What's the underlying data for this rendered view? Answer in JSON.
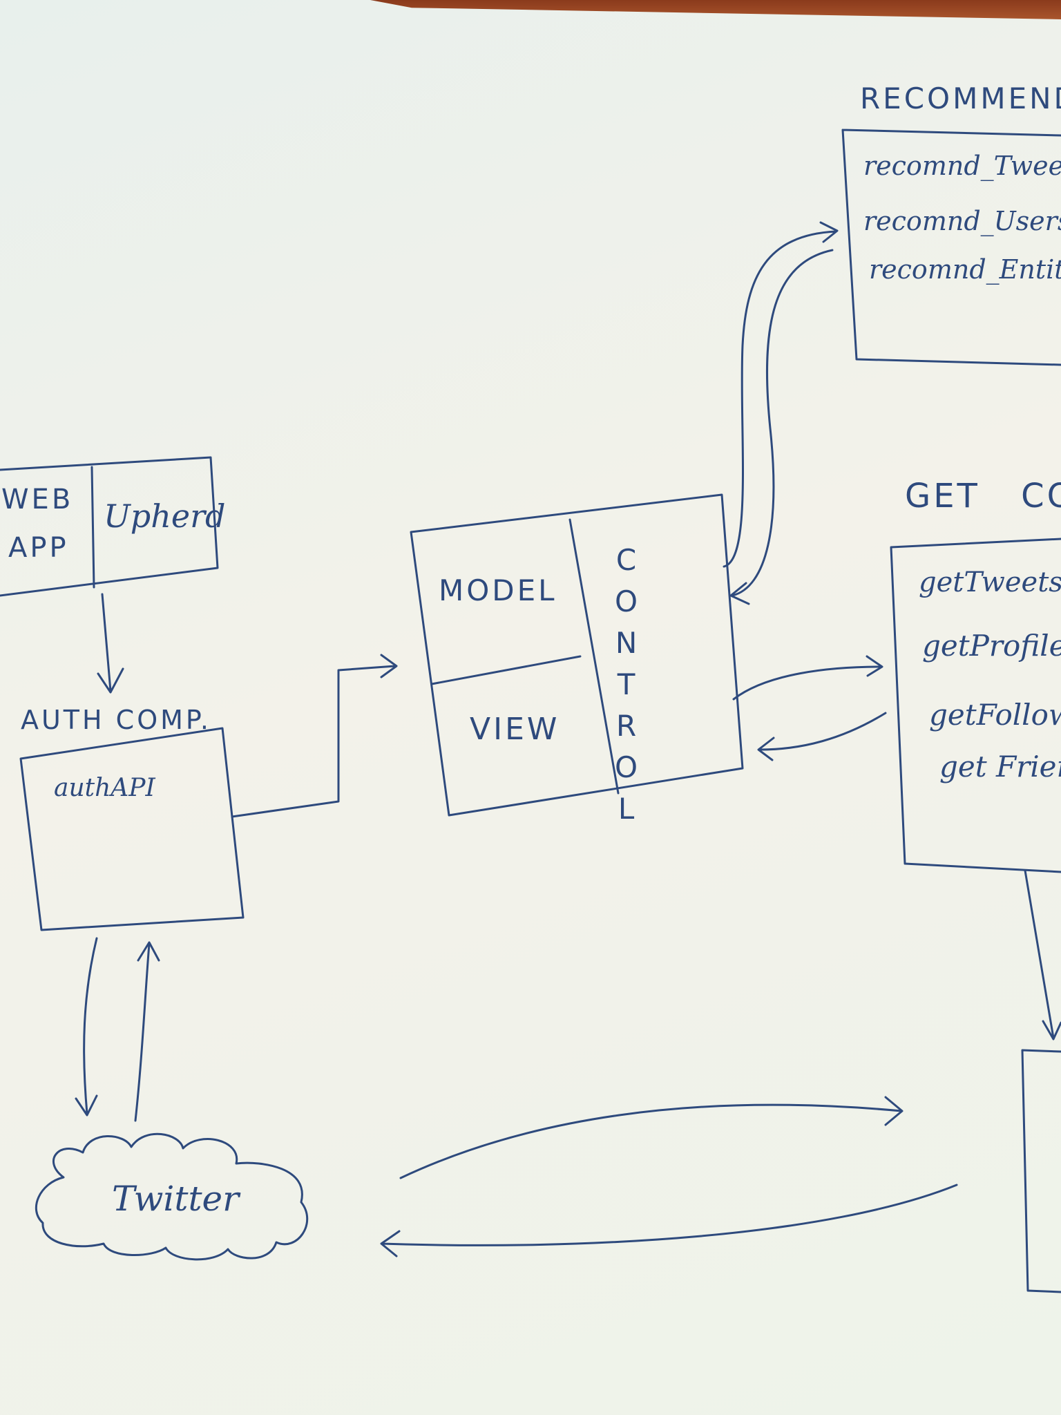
{
  "recommend": {
    "title": "RECOMMEND",
    "methods": [
      "recomnd_Tweets",
      "recomnd_Users",
      "recomnd_Entity"
    ]
  },
  "web_app": {
    "left_label_line1": "WEB",
    "left_label_line2": "APP",
    "right_label": "Upherd"
  },
  "auth": {
    "title": "AUTH COMP.",
    "method": "authAPI"
  },
  "mvc": {
    "model": "MODEL",
    "view": "VIEW",
    "control_letters": [
      "C",
      "O",
      "N",
      "T",
      "R",
      "O",
      "L"
    ]
  },
  "get_comp": {
    "title": "GET COM",
    "methods": [
      "getTweets",
      "getProfile",
      "getFollowe",
      "get Friend"
    ]
  },
  "cloud": {
    "label": "Twitter"
  },
  "ink_color": "#2e4a7d"
}
